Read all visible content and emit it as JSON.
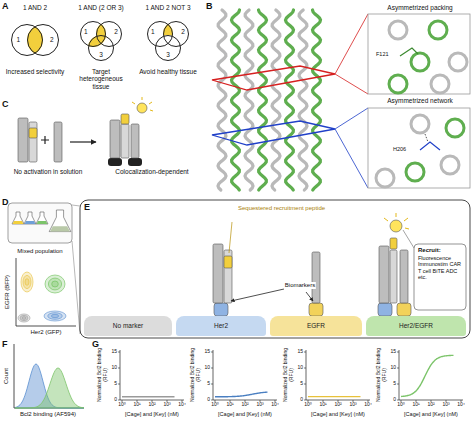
{
  "diagram": {
    "nodes": [
      {
        "text": [
          "1"
        ]
      },
      {
        "text": [
          "2"
        ]
      },
      {
        "text": [
          "1"
        ]
      },
      {
        "text": [
          "2"
        ]
      },
      {
        "text": [
          "3"
        ]
      },
      {
        "text": [
          "1"
        ]
      },
      {
        "text": [
          "2"
        ]
      },
      {
        "text": [
          "3"
        ]
      },
      {
        "text": [
          "No marker"
        ]
      },
      {
        "text": [
          "Her2"
        ]
      },
      {
        "text": [
          "EGFR"
        ]
      },
      {
        "text": [
          "Her2/EGFR"
        ]
      }
    ],
    "labels": [
      "A",
      "B",
      "C",
      "D",
      "E",
      "F",
      "G",
      "1 AND 2",
      "1 AND (2 OR 3)",
      "1 AND 2 NOT 3",
      "Increased selectivity",
      "Target heterogeneous tissue",
      "Avoid healthy tissue",
      "Asymmetrized packing",
      "F121",
      "Asymmetrized network",
      "H206",
      "No activation in solution",
      "Colocalization-dependent",
      "Mixed population",
      "EGFR (BFP)",
      "Her2 (GFP)",
      "Sequestered recruitment peptide",
      "Biomarkers",
      "Recruit:",
      "Fluorescence Immunostim CAR T cell BiTE ADC etc.",
      "Count",
      "Bcl2 binding (AF594)",
      "Normalized Bcl2 binding (RFU)",
      "0",
      "5",
      "10",
      "15",
      "10⁰",
      "10¹",
      "10²",
      "10³",
      "10⁴",
      "[Cage] and [Key] (nM)",
      "Normalized Bcl2 binding (RFU)",
      "0",
      "5",
      "10",
      "15",
      "10⁰",
      "10¹",
      "10²",
      "10³",
      "10⁴",
      "[Cage] and [Key] (nM)",
      "Normalized Bcl2 binding (RFU)",
      "0",
      "5",
      "10",
      "15",
      "10⁰",
      "10¹",
      "10²",
      "10³",
      "10⁴",
      "[Cage] and [Key] (nM)",
      "Normalized Bcl2 binding (RFU)",
      "0",
      "5",
      "10",
      "15",
      "10⁰",
      "10¹",
      "10²",
      "10³",
      "10⁴",
      "[Cage] and [Key] (nM)"
    ]
  }
}
